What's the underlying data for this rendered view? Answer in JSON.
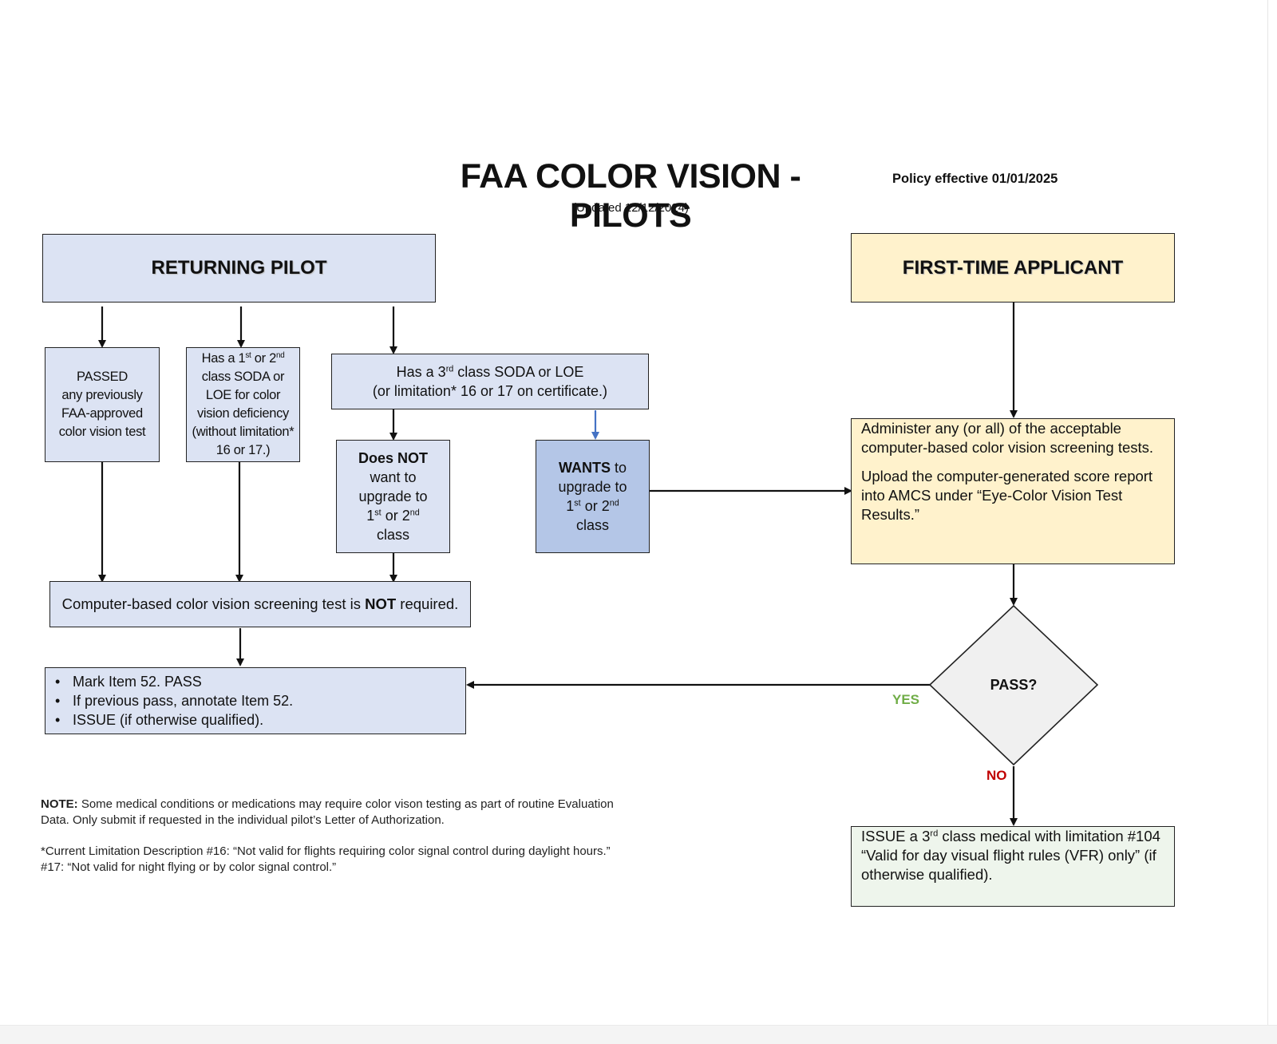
{
  "header": {
    "title": "FAA COLOR VISION - PILOTS",
    "updated": "(Updated 12/12/2024)",
    "policy": "Policy effective 01/01/2025"
  },
  "returning_pilot": {
    "label": "RETURNING PILOT"
  },
  "first_time": {
    "label": "FIRST-TIME APPLICANT"
  },
  "passed_box": {
    "lines": [
      "PASSED",
      "any previously",
      "FAA-approved",
      "color vision test"
    ]
  },
  "soda12_box": {
    "l1a": "Has a 1",
    "l1s": "st",
    "l1b": " or 2",
    "l1s2": "nd",
    "l2": "class SODA or",
    "l3": "LOE for color",
    "l4": "vision deficiency",
    "l5": "(without limitation*",
    "l6": "16 or 17.)"
  },
  "soda3_box": {
    "l1a": "Has a 3",
    "l1s": "rd",
    "l1b": " class SODA or LOE",
    "l2": "(or limitation* 16 or 17 on certificate.)"
  },
  "no_upgrade_box": {
    "bold": "Does NOT",
    "l2": "want to",
    "l3": "upgrade to",
    "l4a": "1",
    "l4s": "st",
    "l4b": " or 2",
    "l4s2": "nd",
    "l5": "class"
  },
  "wants_upgrade_box": {
    "bold": "WANTS",
    "rest": " to",
    "l2": "upgrade to",
    "l3a": "1",
    "l3s": "st",
    "l3b": " or 2",
    "l3s2": "nd",
    "l4": "class"
  },
  "administer_box": {
    "p1": "Administer any (or all) of the acceptable computer-based color vision screening tests.",
    "p2": "Upload the computer-generated score report into AMCS under “Eye-Color Vision Test Results.”"
  },
  "not_required_box": {
    "a": "Computer-based color vision screening test is ",
    "bold": "NOT",
    "b": " required."
  },
  "pass_box": {
    "items": [
      "Mark Item 52. PASS",
      "If previous pass, annotate Item 52.",
      "ISSUE (if otherwise qualified)."
    ]
  },
  "decision": {
    "label": "PASS?",
    "yes": "YES",
    "no": "NO"
  },
  "issue3_box": {
    "a": "ISSUE a 3",
    "s": "rd",
    "b": " class medical with limitation #104",
    "l2": "“Valid for day visual flight rules (VFR) only” (if",
    "l3": "otherwise qualified)."
  },
  "notes": {
    "note_label": "NOTE:",
    "note_line1": " Some medical conditions or medications may require color vison testing as part of routine Evaluation",
    "note_line2": "Data.  Only submit if requested in the individual pilot’s Letter of Authorization.",
    "limit_line1": "*Current Limitation Description #16: “Not valid for flights requiring color signal control during daylight hours.”",
    "limit_line2": "#17: “Not valid for night flying or by color signal control.”"
  },
  "colors": {
    "returning": "#dce3f3",
    "wants": "#b4c6e7",
    "first_time": "#fff2cc",
    "decision": "#f0f0f0",
    "issue3": "#eef5ec",
    "yes": "#70ad47",
    "no": "#c00000",
    "blue_arrow": "#4472c4"
  }
}
